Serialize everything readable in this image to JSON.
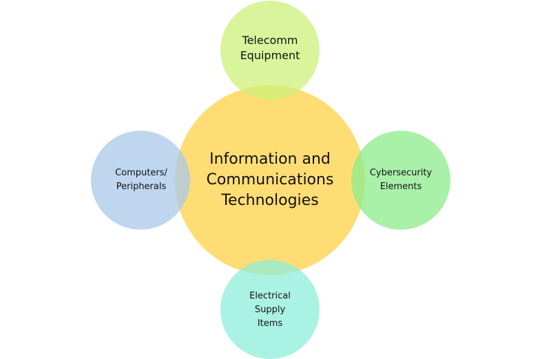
{
  "diagram": {
    "center": {
      "lines": [
        "Information and",
        "Communications",
        "Technologies"
      ],
      "color": "#FFD966"
    },
    "satellites": [
      {
        "id": "top",
        "lines": [
          "Telecomm",
          "Equipment"
        ],
        "color": "#CCF07A"
      },
      {
        "id": "left",
        "lines": [
          "Computers/",
          "Peripherals"
        ],
        "color": "#A9C8EA"
      },
      {
        "id": "right",
        "lines": [
          "Cybersecurity",
          "Elements"
        ],
        "color": "#8CEB8C"
      },
      {
        "id": "bottom",
        "lines": [
          "Electrical",
          "Supply",
          "Items"
        ],
        "color": "#8EEDD9"
      }
    ]
  }
}
